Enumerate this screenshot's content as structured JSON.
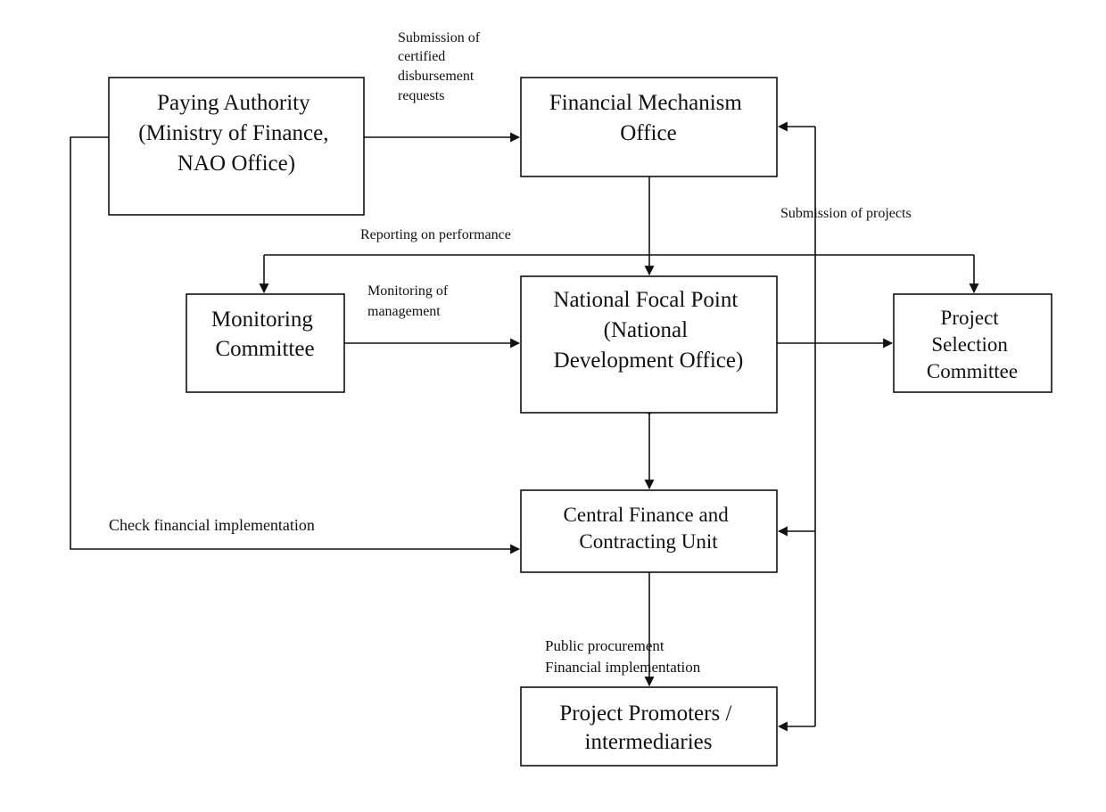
{
  "nodes": {
    "paying_authority": [
      "Paying Authority",
      "(Ministry of Finance,",
      "NAO Office)"
    ],
    "fmo": [
      "Financial Mechanism",
      "Office"
    ],
    "monitoring_committee": [
      "Monitoring",
      "Committee"
    ],
    "nfp": [
      "National Focal Point",
      "(National",
      "Development Office)"
    ],
    "psc": [
      "Project",
      "Selection",
      "Committee"
    ],
    "cfcu": [
      "Central Finance and",
      "Contracting Unit"
    ],
    "promoters": [
      "Project Promoters /",
      "intermediaries"
    ]
  },
  "edge_labels": {
    "submission_certified": [
      "Submission of",
      "certified",
      "disbursement",
      "requests"
    ],
    "submission_projects": "Submission of projects",
    "reporting": "Reporting on performance",
    "monitoring_mgmt": [
      "Monitoring of",
      "management"
    ],
    "check_financial": "Check financial implementation",
    "procurement": [
      "Public procurement",
      "Financial implementation"
    ]
  },
  "colors": {
    "line": "#111111",
    "background": "#ffffff"
  }
}
